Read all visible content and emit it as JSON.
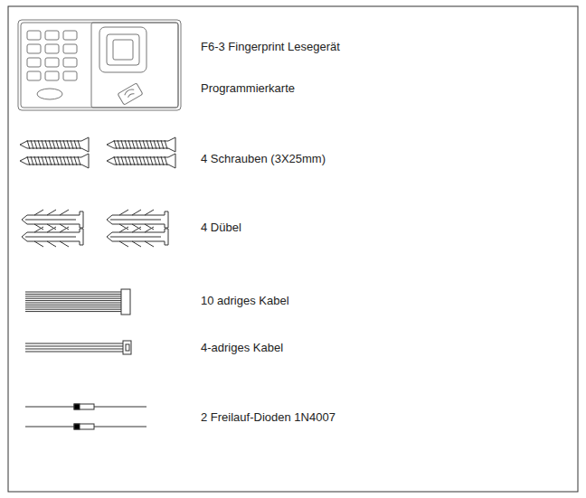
{
  "diagram": {
    "labels": [
      "F6-3 Fingerprint Lesegerät",
      "Programmierkarte",
      "4 Schrauben (3X25mm)",
      "4 Dübel",
      "10 adriges Kabel",
      "4-adriges Kabel",
      "2 Freilauf-Dioden 1N4007"
    ]
  }
}
